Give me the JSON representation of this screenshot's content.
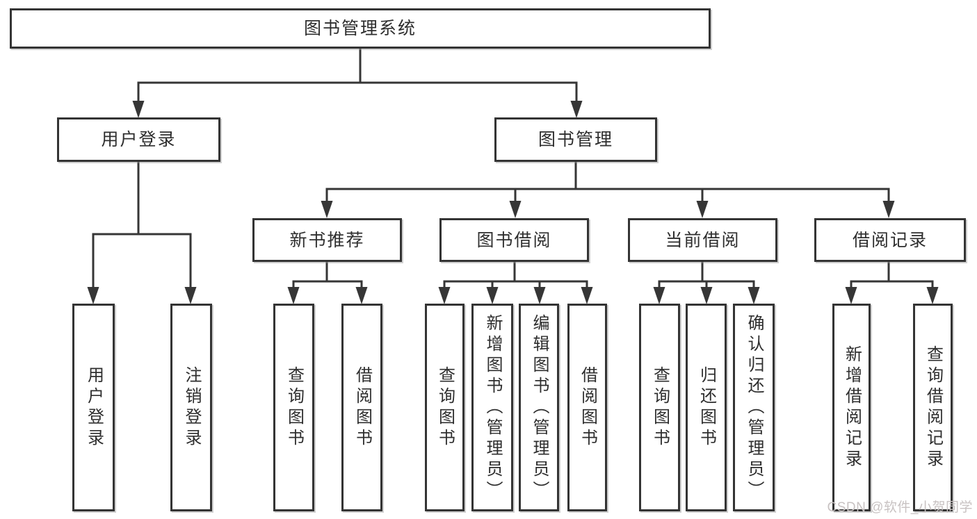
{
  "diagram": {
    "title": "图书管理系统",
    "type": "hierarchy-tree",
    "colors": {
      "line": "#363636",
      "box_border": "#343434",
      "text": "#2e2e2e",
      "box_background": "#ffffff",
      "watermark": "#c8c2c2",
      "background": "#ffffff"
    }
  },
  "nodes": {
    "root": "图书管理系统",
    "user_login": "用户登录",
    "book_management": "图书管理",
    "new_book_recommend": "新书推荐",
    "book_borrow": "图书借阅",
    "current_borrow": "当前借阅",
    "borrow_records": "借阅记录",
    "leaf_user_login": "用户登录",
    "leaf_logout": "注销登录",
    "leaf_query_book_recommend": "查询图书",
    "leaf_borrow_book_recommend": "借阅图书",
    "leaf_query_book_borrow": "查询图书",
    "leaf_add_book_admin": "新增图书（管理员）",
    "leaf_edit_book_admin": "编辑图书（管理员）",
    "leaf_borrow_book": "借阅图书",
    "leaf_query_book_current": "查询图书",
    "leaf_return_book": "归还图书",
    "leaf_confirm_return_admin": "确认归还（管理员）",
    "leaf_add_borrow_record": "新增借阅记录",
    "leaf_query_borrow_record": "查询借阅记录"
  },
  "watermark": {
    "text": "CSDN @软件_小贺同学"
  }
}
